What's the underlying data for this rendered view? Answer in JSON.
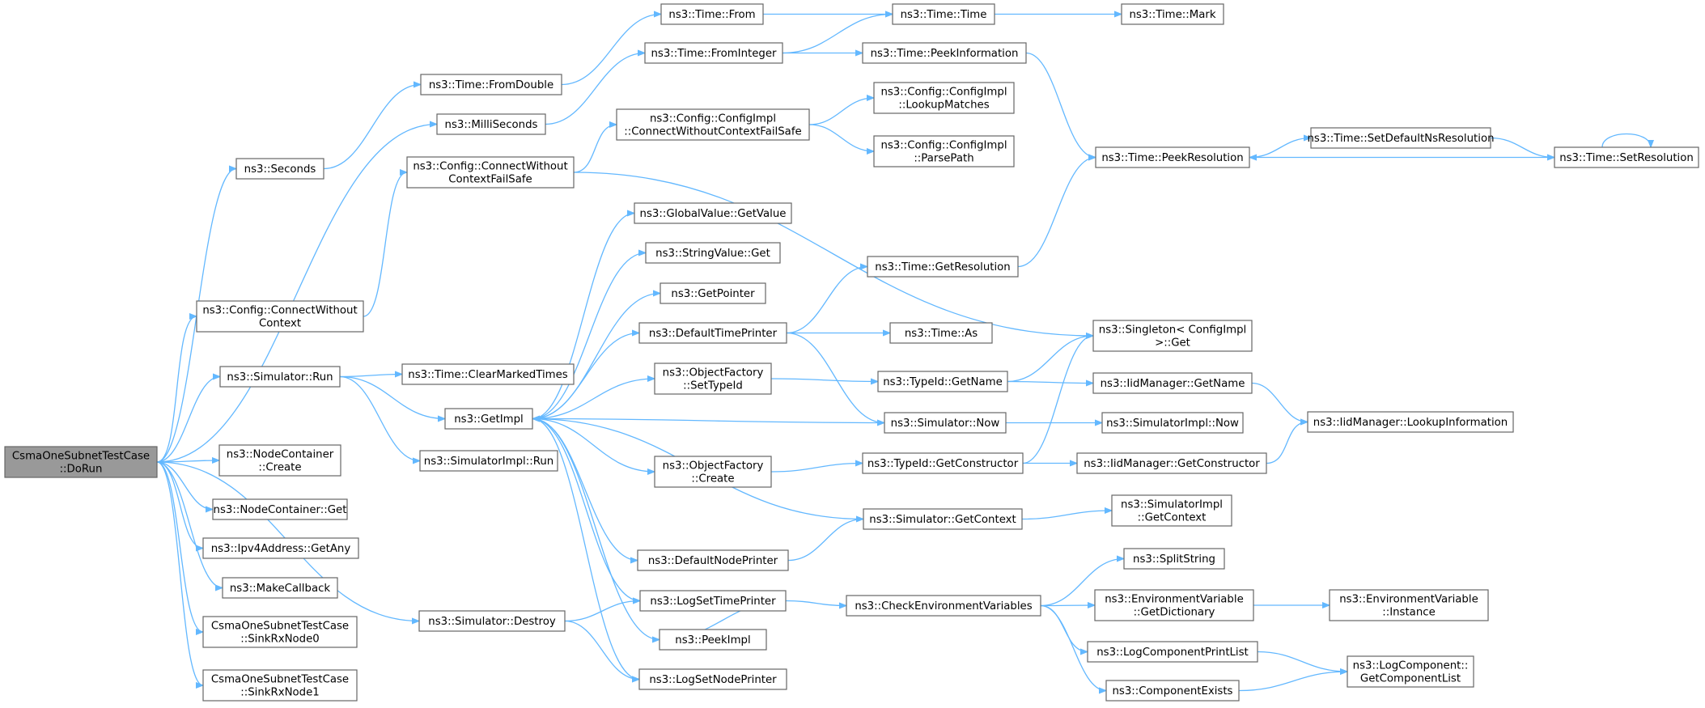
{
  "colors": {
    "edge": "#63b8ff",
    "node_border": "#666666",
    "node_fill": "#ffffff",
    "root_fill": "#999999"
  },
  "nodes": [
    {
      "id": "root",
      "lines": [
        "CsmaOneSubnetTestCase",
        "::DoRun"
      ],
      "root": true
    },
    {
      "id": "seconds",
      "lines": [
        "ns3::Seconds"
      ]
    },
    {
      "id": "fromdouble",
      "lines": [
        "ns3::Time::FromDouble"
      ]
    },
    {
      "id": "millis",
      "lines": [
        "ns3::MilliSeconds"
      ]
    },
    {
      "id": "from",
      "lines": [
        "ns3::Time::From"
      ]
    },
    {
      "id": "frominteger",
      "lines": [
        "ns3::Time::FromInteger"
      ]
    },
    {
      "id": "time",
      "lines": [
        "ns3::Time::Time"
      ]
    },
    {
      "id": "mark",
      "lines": [
        "ns3::Time::Mark"
      ]
    },
    {
      "id": "peekinfo",
      "lines": [
        "ns3::Time::PeekInformation"
      ]
    },
    {
      "id": "connwcfs",
      "lines": [
        "ns3::Config::ConnectWithout",
        "ContextFailSafe"
      ]
    },
    {
      "id": "cimplconn",
      "lines": [
        "ns3::Config::ConfigImpl",
        "::ConnectWithoutContextFailSafe"
      ]
    },
    {
      "id": "lookupmatches",
      "lines": [
        "ns3::Config::ConfigImpl",
        "::LookupMatches"
      ]
    },
    {
      "id": "parsepath",
      "lines": [
        "ns3::Config::ConfigImpl",
        "::ParsePath"
      ]
    },
    {
      "id": "peekres",
      "lines": [
        "ns3::Time::PeekResolution"
      ]
    },
    {
      "id": "setdefns",
      "lines": [
        "ns3::Time::SetDefaultNsResolution"
      ]
    },
    {
      "id": "setres",
      "lines": [
        "ns3::Time::SetResolution"
      ]
    },
    {
      "id": "connwc",
      "lines": [
        "ns3::Config::ConnectWithout",
        "Context"
      ]
    },
    {
      "id": "simrun",
      "lines": [
        "ns3::Simulator::Run"
      ]
    },
    {
      "id": "clearmarked",
      "lines": [
        "ns3::Time::ClearMarkedTimes"
      ]
    },
    {
      "id": "getimpl",
      "lines": [
        "ns3::GetImpl"
      ]
    },
    {
      "id": "simimplrun",
      "lines": [
        "ns3::SimulatorImpl::Run"
      ]
    },
    {
      "id": "ncreate",
      "lines": [
        "ns3::NodeContainer",
        "::Create"
      ]
    },
    {
      "id": "nget",
      "lines": [
        "ns3::NodeContainer::Get"
      ]
    },
    {
      "id": "ipv4any",
      "lines": [
        "ns3::Ipv4Address::GetAny"
      ]
    },
    {
      "id": "makecb",
      "lines": [
        "ns3::MakeCallback"
      ]
    },
    {
      "id": "sink0",
      "lines": [
        "CsmaOneSubnetTestCase",
        "::SinkRxNode0"
      ]
    },
    {
      "id": "sink1",
      "lines": [
        "CsmaOneSubnetTestCase",
        "::SinkRxNode1"
      ]
    },
    {
      "id": "simdestroy",
      "lines": [
        "ns3::Simulator::Destroy"
      ]
    },
    {
      "id": "gvgetvalue",
      "lines": [
        "ns3::GlobalValue::GetValue"
      ]
    },
    {
      "id": "strvalget",
      "lines": [
        "ns3::StringValue::Get"
      ]
    },
    {
      "id": "getpointer",
      "lines": [
        "ns3::GetPointer"
      ]
    },
    {
      "id": "deftimeprinter",
      "lines": [
        "ns3::DefaultTimePrinter"
      ]
    },
    {
      "id": "ofsettypeid",
      "lines": [
        "ns3::ObjectFactory",
        "::SetTypeId"
      ]
    },
    {
      "id": "ofcreate",
      "lines": [
        "ns3::ObjectFactory",
        "::Create"
      ]
    },
    {
      "id": "defnodeprinter",
      "lines": [
        "ns3::DefaultNodePrinter"
      ]
    },
    {
      "id": "logsettimeprinter",
      "lines": [
        "ns3::LogSetTimePrinter"
      ]
    },
    {
      "id": "peekimpl",
      "lines": [
        "ns3::PeekImpl"
      ]
    },
    {
      "id": "logsetnodeprinter",
      "lines": [
        "ns3::LogSetNodePrinter"
      ]
    },
    {
      "id": "getres",
      "lines": [
        "ns3::Time::GetResolution"
      ]
    },
    {
      "id": "timeas",
      "lines": [
        "ns3::Time::As"
      ]
    },
    {
      "id": "singletonget",
      "lines": [
        "ns3::Singleton< ConfigImpl",
        " >::Get"
      ]
    },
    {
      "id": "typeidgetname",
      "lines": [
        "ns3::TypeId::GetName"
      ]
    },
    {
      "id": "iidgetname",
      "lines": [
        "ns3::IidManager::GetName"
      ]
    },
    {
      "id": "simnow",
      "lines": [
        "ns3::Simulator::Now"
      ]
    },
    {
      "id": "simimplnow",
      "lines": [
        "ns3::SimulatorImpl::Now"
      ]
    },
    {
      "id": "iidlookup",
      "lines": [
        "ns3::IidManager::LookupInformation"
      ]
    },
    {
      "id": "typeidgetctor",
      "lines": [
        "ns3::TypeId::GetConstructor"
      ]
    },
    {
      "id": "iidgetctor",
      "lines": [
        "ns3::IidManager::GetConstructor"
      ]
    },
    {
      "id": "simgetctx",
      "lines": [
        "ns3::Simulator::GetContext"
      ]
    },
    {
      "id": "simimplgetctx",
      "lines": [
        "ns3::SimulatorImpl",
        "::GetContext"
      ]
    },
    {
      "id": "checkenv",
      "lines": [
        "ns3::CheckEnvironmentVariables"
      ]
    },
    {
      "id": "splitstring",
      "lines": [
        "ns3::SplitString"
      ]
    },
    {
      "id": "envgetdict",
      "lines": [
        "ns3::EnvironmentVariable",
        "::GetDictionary"
      ]
    },
    {
      "id": "envinstance",
      "lines": [
        "ns3::EnvironmentVariable",
        "::Instance"
      ]
    },
    {
      "id": "logcompprintlist",
      "lines": [
        "ns3::LogComponentPrintList"
      ]
    },
    {
      "id": "compexists",
      "lines": [
        "ns3::ComponentExists"
      ]
    },
    {
      "id": "logcompgetlist",
      "lines": [
        "ns3::LogComponent::",
        "GetComponentList"
      ]
    }
  ],
  "edges": [
    [
      "root",
      "seconds"
    ],
    [
      "root",
      "millis"
    ],
    [
      "root",
      "connwc"
    ],
    [
      "root",
      "simrun"
    ],
    [
      "root",
      "simdestroy"
    ],
    [
      "root",
      "ncreate"
    ],
    [
      "root",
      "nget"
    ],
    [
      "root",
      "ipv4any"
    ],
    [
      "root",
      "makecb"
    ],
    [
      "root",
      "sink0"
    ],
    [
      "root",
      "sink1"
    ],
    [
      "seconds",
      "fromdouble"
    ],
    [
      "fromdouble",
      "from"
    ],
    [
      "from",
      "time"
    ],
    [
      "time",
      "mark"
    ],
    [
      "millis",
      "frominteger"
    ],
    [
      "frominteger",
      "time"
    ],
    [
      "frominteger",
      "peekinfo"
    ],
    [
      "peekinfo",
      "peekres"
    ],
    [
      "connwc",
      "connwcfs"
    ],
    [
      "connwcfs",
      "cimplconn"
    ],
    [
      "connwcfs",
      "singletonget"
    ],
    [
      "cimplconn",
      "lookupmatches"
    ],
    [
      "cimplconn",
      "parsepath"
    ],
    [
      "peekres",
      "setdefns"
    ],
    [
      "setdefns",
      "setres"
    ],
    [
      "setres",
      "peekres"
    ],
    [
      "setres",
      "setres"
    ],
    [
      "simrun",
      "clearmarked"
    ],
    [
      "simrun",
      "getimpl"
    ],
    [
      "simrun",
      "simimplrun"
    ],
    [
      "simdestroy",
      "logsettimeprinter"
    ],
    [
      "simdestroy",
      "logsetnodeprinter"
    ],
    [
      "getimpl",
      "gvgetvalue"
    ],
    [
      "getimpl",
      "strvalget"
    ],
    [
      "getimpl",
      "getpointer"
    ],
    [
      "getimpl",
      "deftimeprinter"
    ],
    [
      "getimpl",
      "ofsettypeid"
    ],
    [
      "getimpl",
      "ofcreate"
    ],
    [
      "getimpl",
      "defnodeprinter"
    ],
    [
      "getimpl",
      "logsettimeprinter"
    ],
    [
      "getimpl",
      "peekimpl"
    ],
    [
      "getimpl",
      "logsetnodeprinter"
    ],
    [
      "simnow",
      "getimpl"
    ],
    [
      "simgetctx",
      "getimpl"
    ],
    [
      "deftimeprinter",
      "getres"
    ],
    [
      "deftimeprinter",
      "timeas"
    ],
    [
      "deftimeprinter",
      "simnow"
    ],
    [
      "getres",
      "peekres"
    ],
    [
      "ofsettypeid",
      "typeidgetname"
    ],
    [
      "typeidgetname",
      "singletonget"
    ],
    [
      "typeidgetname",
      "iidgetname"
    ],
    [
      "iidgetname",
      "iidlookup"
    ],
    [
      "simnow",
      "simimplnow"
    ],
    [
      "ofcreate",
      "typeidgetctor"
    ],
    [
      "typeidgetctor",
      "singletonget"
    ],
    [
      "typeidgetctor",
      "iidgetctor"
    ],
    [
      "iidgetctor",
      "iidlookup"
    ],
    [
      "defnodeprinter",
      "simgetctx"
    ],
    [
      "simgetctx",
      "simimplgetctx"
    ],
    [
      "logsettimeprinter",
      "checkenv"
    ],
    [
      "logsettimeprinter",
      "peekimpl"
    ],
    [
      "checkenv",
      "splitstring"
    ],
    [
      "checkenv",
      "envgetdict"
    ],
    [
      "checkenv",
      "logcompprintlist"
    ],
    [
      "checkenv",
      "compexists"
    ],
    [
      "envgetdict",
      "envinstance"
    ],
    [
      "logcompprintlist",
      "logcompgetlist"
    ],
    [
      "compexists",
      "logcompgetlist"
    ]
  ]
}
